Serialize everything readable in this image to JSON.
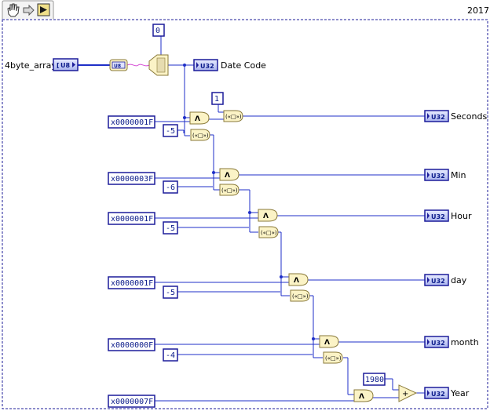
{
  "frame": {
    "version": "2017"
  },
  "toolbar": {
    "icons": [
      "hand-icon",
      "arrow-icon",
      "run-icon"
    ]
  },
  "input": {
    "label": "4byte_array",
    "type": "U8"
  },
  "to_scalar": {
    "type": "U8"
  },
  "index": {
    "value": "0"
  },
  "rows": [
    {
      "mask": "x0000001F",
      "shift": "1",
      "output": "Seconds"
    },
    {
      "mask": "x0000003F",
      "shift": "-5",
      "output": "Min"
    },
    {
      "mask": "x0000001F",
      "shift": "-6",
      "output": "Hour"
    },
    {
      "mask": "x0000001F",
      "shift": "-5",
      "output": "day"
    },
    {
      "mask": "x0000000F",
      "shift": "-5",
      "output": "month"
    },
    {
      "mask": "x0000007F",
      "shift": "-4",
      "output": "Year"
    }
  ],
  "date_code": {
    "label": "Date Code",
    "type": "U32"
  },
  "indicator_type": "U32",
  "year_offset": "1980",
  "colors": {
    "wire": "#1f2fc8",
    "wire_pink": "#d54bd5",
    "node_fill": "#fbf3c6",
    "node_stroke": "#8a7a3a",
    "border": "#1c1c9a"
  }
}
